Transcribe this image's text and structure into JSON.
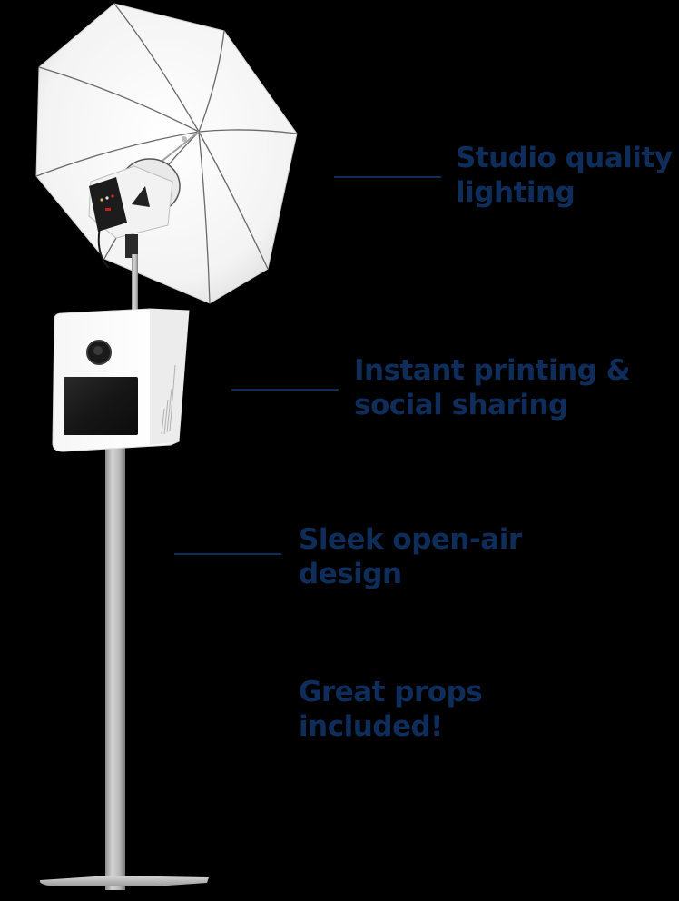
{
  "colors": {
    "background": "#000000",
    "text": "#0f2d5a",
    "connector": "#0f2d5a"
  },
  "product": {
    "name": "photo-booth-kiosk",
    "components": [
      "umbrella-light",
      "strobe-head",
      "camera-housing",
      "pole",
      "base-plate"
    ]
  },
  "features": [
    {
      "line1": "Studio quality",
      "line2": "lighting"
    },
    {
      "line1": "Instant printing &",
      "line2": "social sharing"
    },
    {
      "line1": "Sleek open-air",
      "line2": "design"
    },
    {
      "line1": "Great props",
      "line2": "included!"
    }
  ]
}
